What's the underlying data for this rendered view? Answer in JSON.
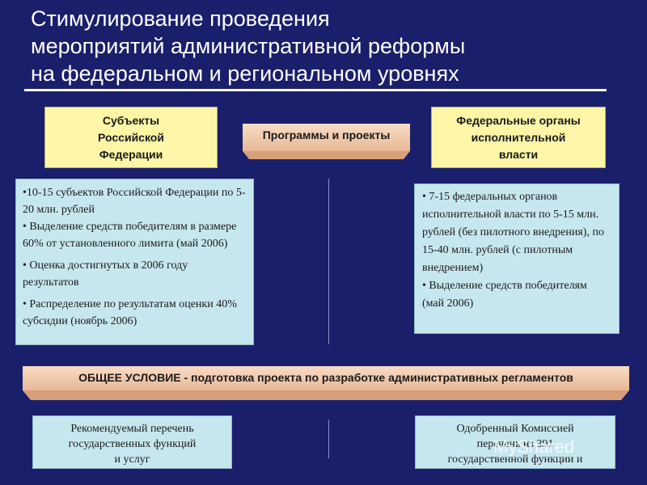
{
  "title": {
    "line1": "Стимулирование проведения",
    "line2": "мероприятий административной реформы",
    "line3": "на федеральном и региональном уровнях"
  },
  "left_header": {
    "line1": "Субъекты",
    "line2": "Российской",
    "line3": "Федерации"
  },
  "center_banner": "Программы и проекты",
  "right_header": {
    "line1": "Федеральные органы",
    "line2": "исполнительной",
    "line3": "власти"
  },
  "left_list": [
    "•10-15 субъектов Российской Федерации по 5-20 млн. рублей",
    "• Выделение средств победителям в размере 60% от установленного лимита (май 2006)",
    "• Оценка достигнутых в 2006 году результатов",
    "• Распределение по результатам оценки 40% субсидии (ноябрь 2006)"
  ],
  "right_list": [
    "• 7-15 федеральных органов исполнительной власти по 5-15 млн. рублей (без пилотного внедрения), по 15-40 млн. рублей (с пилотным внедрением)",
    "• Выделение средств победителям (май 2006)"
  ],
  "general_condition": {
    "bold": "ОБЩЕЕ УСЛОВИЕ",
    "rest": " - подготовка проекта по разработке административных регламентов"
  },
  "bottom_left": {
    "line1": "Рекомендуемый перечень",
    "line2": "государственных функций",
    "line3": "и услуг"
  },
  "bottom_right": {
    "line1": "Одобренный Комиссией",
    "line2": "перечень из 391",
    "line3": "государственной функции и"
  },
  "watermark": "MyShared"
}
